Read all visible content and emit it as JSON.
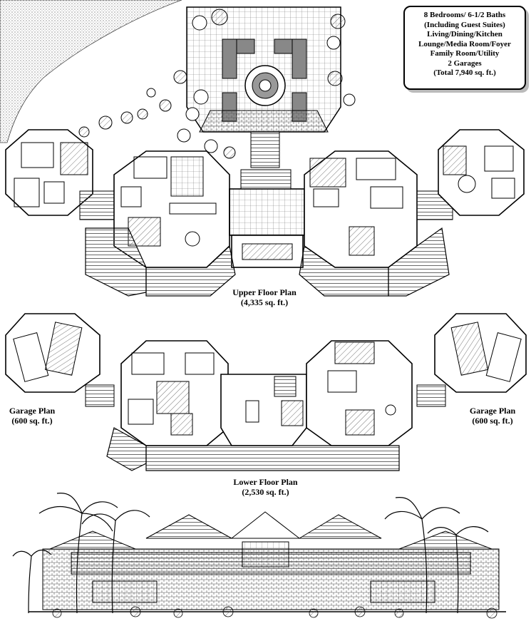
{
  "summary": {
    "lines": [
      "8 Bedrooms/ 6-1/2 Baths",
      "(Including Guest Suites)",
      "Living/Dining/Kitchen",
      "Lounge/Media Room/Foyer",
      "Family Room/Utility",
      "2 Garages",
      "(Total 7,940 sq. ft.)"
    ]
  },
  "upper_floor": {
    "title": "Upper Floor Plan",
    "area": "(4,335 sq. ft.)"
  },
  "lower_floor": {
    "title": "Lower Floor Plan",
    "area": "(2,530 sq. ft.)"
  },
  "garage_left": {
    "title": "Garage Plan",
    "area": "(600 sq. ft.)"
  },
  "garage_right": {
    "title": "Garage Plan",
    "area": "(600 sq. ft.)"
  },
  "colors": {
    "line": "#000000",
    "hatch": "#9a9a9a",
    "shadow": "#bbbbbb",
    "background": "#ffffff"
  }
}
